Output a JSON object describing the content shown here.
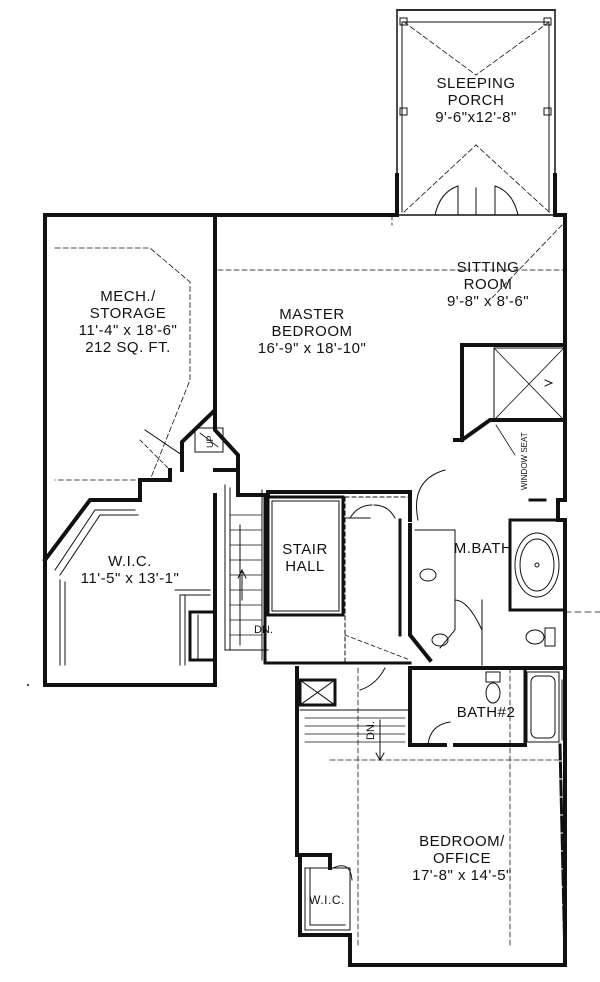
{
  "rooms": {
    "sleeping_porch": {
      "name1": "SLEEPING",
      "name2": "PORCH",
      "dims": "9'-6\"x12'-8\""
    },
    "sitting_room": {
      "name1": "SITTING",
      "name2": "ROOM",
      "dims": "9'-8\" x 8'-6\""
    },
    "mech_storage": {
      "name1": "MECH./",
      "name2": "STORAGE",
      "dims": "11'-4\" x 18'-6\"",
      "area": "212 SQ. FT."
    },
    "master_bedroom": {
      "name1": "MASTER",
      "name2": "BEDROOM",
      "dims": "16'-9\" x 18'-10\""
    },
    "wic_main": {
      "name": "W.I.C.",
      "dims": "11'-5\" x 13'-1\""
    },
    "stair_hall": {
      "name1": "STAIR",
      "name2": "HALL"
    },
    "master_bath": {
      "name": "M.BATH"
    },
    "bath2": {
      "name": "BATH#2"
    },
    "bedroom_office": {
      "name1": "BEDROOM/",
      "name2": "OFFICE",
      "dims": "17'-8\" x 14'-5\""
    },
    "wic_small": {
      "name": "W.I.C."
    }
  },
  "annotations": {
    "window_seat": "WINDOW SEAT",
    "stair_down_1": "DN.",
    "stair_down_2": "DN.",
    "stair_up": "UP"
  }
}
